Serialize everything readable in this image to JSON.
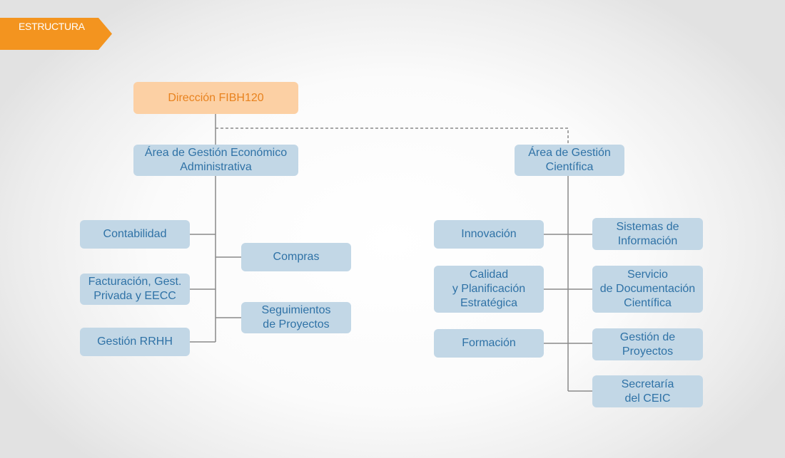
{
  "header": {
    "tag_label": "ESTRUCTURA"
  },
  "colors": {
    "accent": "#f3941f",
    "box": "#c2d7e6",
    "box_text": "#2f72a6",
    "root_box": "#fcd0a4",
    "root_text": "#e8821e",
    "line": "#888888"
  },
  "org": {
    "root": "Dirección FIBH120",
    "admin": {
      "title": "Área de Gestión Económico\nAdministrativa",
      "units": [
        "Contabilidad",
        "Compras",
        "Facturación, Gest.\nPrivada y EECC",
        "Seguimientos\nde Proyectos",
        "Gestión RRHH"
      ]
    },
    "science": {
      "title": "Área de Gestión\nCientífica",
      "units": [
        "Innovación",
        "Sistemas de\nInformación",
        "Calidad\ny Planificación\nEstratégica",
        "Servicio\nde Documentación\nCientífica",
        "Formación",
        "Gestión de\nProyectos",
        "Secretaría\ndel CEIC"
      ]
    }
  }
}
